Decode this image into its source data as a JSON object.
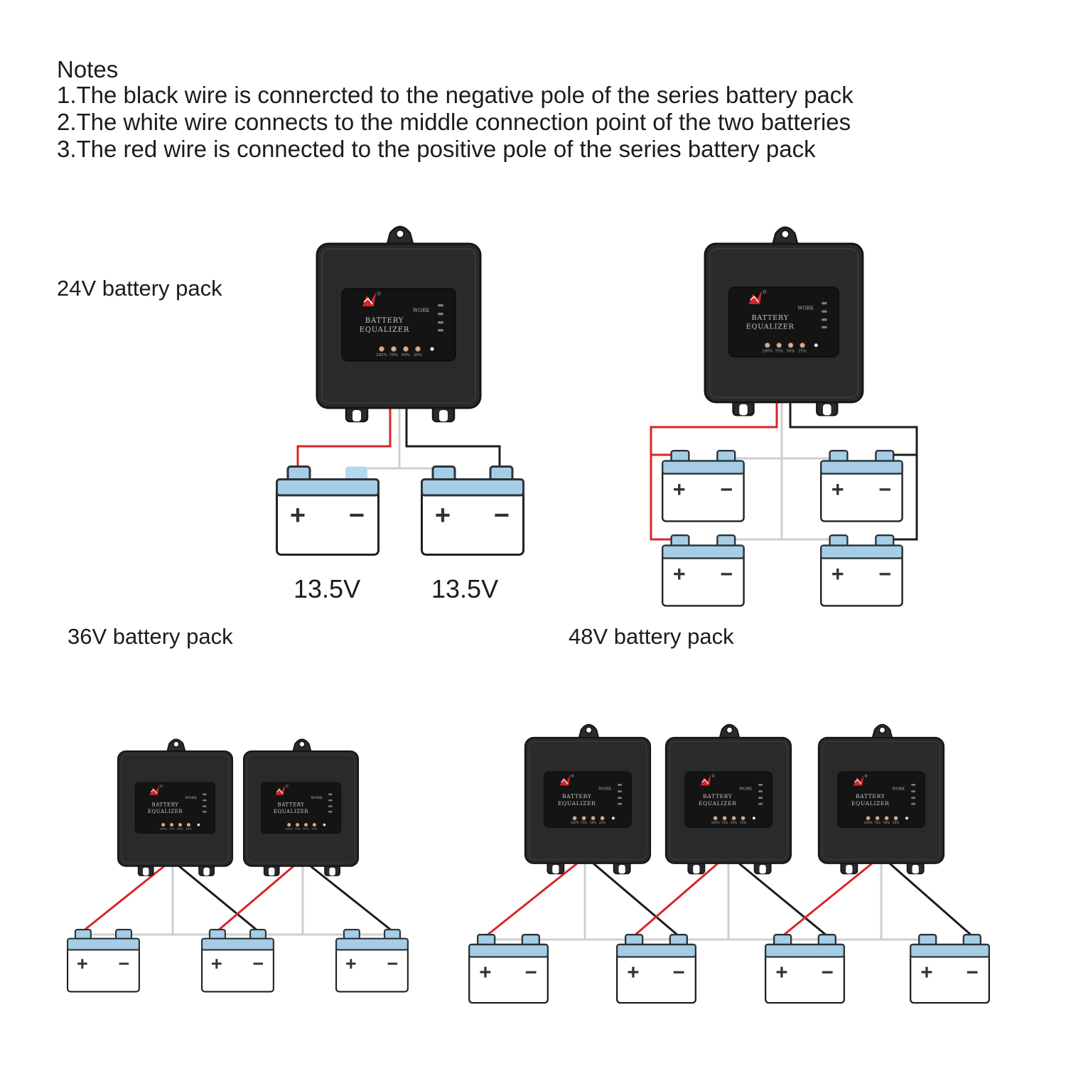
{
  "notes": {
    "title": "Notes",
    "items": [
      "1.The black wire is connercted to the negative pole of the series battery pack",
      "2.The white wire connects to the middle connection point of the two batteries",
      "3.The red wire is connected to the positive pole of the series battery pack"
    ]
  },
  "labels": {
    "pack_24v": "24V battery pack",
    "pack_36v": "36V battery pack",
    "pack_48v": "48V battery pack"
  },
  "voltages": [
    "13.5V",
    "13.5V"
  ],
  "device": {
    "title_line1": "BATTERY",
    "title_line2": "EQUALIZER",
    "work_label": "WORK",
    "levels": [
      "100%",
      "75%",
      "50%",
      "25%"
    ]
  },
  "battery": {
    "plus": "+",
    "minus": "−"
  },
  "colors": {
    "positive_wire": "#d7262b",
    "negative_wire": "#1c1c1c",
    "middle_wire": "#cfcfcf",
    "battery_band": "#a6cde6",
    "device_body": "#2a2a2a"
  }
}
